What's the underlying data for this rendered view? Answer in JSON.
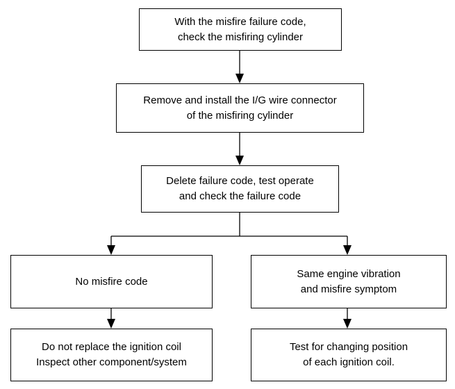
{
  "flowchart": {
    "step1": "With the misfire failure code,\ncheck the misfiring cylinder",
    "step2": "Remove and install the I/G wire connector\nof the misfiring cylinder",
    "step3": "Delete failure code, test operate\nand check the  failure code",
    "left_result": "No misfire code",
    "left_action": "Do not replace the ignition coil\nInspect other component/system",
    "right_result": "Same engine vibration\nand misfire symptom",
    "right_action": "Test for changing position\nof each ignition coil."
  },
  "colors": {
    "line": "#000000",
    "box_border": "#000000",
    "background": "#ffffff"
  }
}
